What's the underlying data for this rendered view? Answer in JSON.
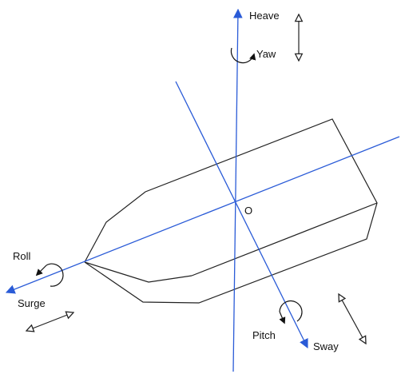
{
  "diagram": {
    "labels": {
      "heave": "Heave",
      "yaw": "Yaw",
      "origin": "O",
      "roll": "Roll",
      "surge": "Surge",
      "pitch": "Pitch",
      "sway": "Sway"
    },
    "colors": {
      "axis": "#2a5bd7",
      "outline": "#222222",
      "text": "#111111"
    },
    "icons": {
      "double_arrow": "double-headed-hollow-arrow",
      "rotation_arrow": "curved-rotation-arrow"
    }
  }
}
